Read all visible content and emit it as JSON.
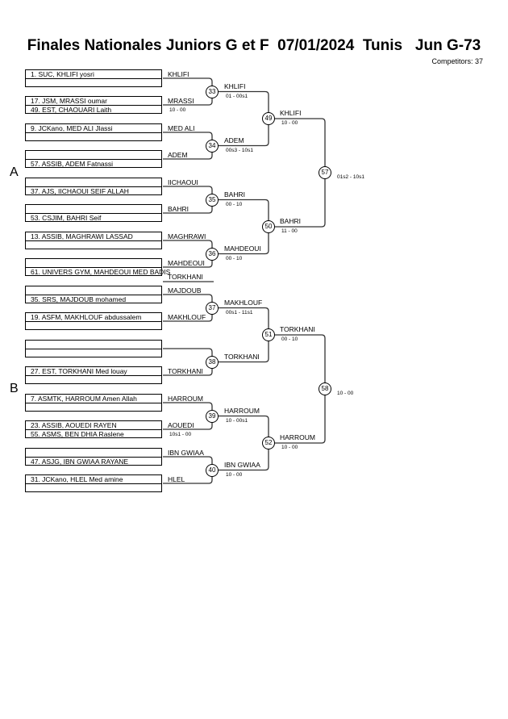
{
  "header": {
    "title": "Finales Nationales Juniors G et F  07/01/2024  Tunis   Jun G-73",
    "competitors": "Competitors: 37"
  },
  "pools": [
    "A",
    "B"
  ],
  "round1": [
    {
      "num": "33",
      "top": [
        "1. SUC, KHLIFI yosri",
        ""
      ],
      "bottom": [
        "17. JSM, MRASSI oumar",
        "49. EST, CHAOUARI Laith"
      ],
      "top_label": "KHLIFI",
      "bottom_label": "MRASSI",
      "bottom_score": "10 - 00",
      "winner": "KHLIFI",
      "score": "01 - 00s1"
    },
    {
      "num": "34",
      "top": [
        "9. JCKano, MED ALI Jlassi",
        ""
      ],
      "bottom": [
        "",
        "57. ASSIB, ADEM Fatnassi"
      ],
      "top_label": "MED ALI",
      "bottom_label": "ADEM",
      "bottom_score": "",
      "winner": "ADEM",
      "score": "00s3 - 10s1"
    },
    {
      "num": "35",
      "top": [
        "",
        "37. AJS, IICHAOUI SEIF ALLAH"
      ],
      "bottom": [
        "",
        "53. CSJIM, BAHRI Seif"
      ],
      "top_label": "IICHAOUI",
      "bottom_label": "BAHRI",
      "bottom_score": "",
      "winner": "BAHRI",
      "score": "00 - 10"
    },
    {
      "num": "36",
      "top": [
        "13. ASSIB, MAGHRAWI LASSAD",
        ""
      ],
      "bottom": [
        "",
        "61. UNIVERS GYM, MAHDEOUI MED BADIS"
      ],
      "top_label": "MAGHRAWI",
      "bottom_label": "MAHDEOUI",
      "bottom_score": "",
      "winner": "MAHDEOUI",
      "score": "00 - 10"
    },
    {
      "num": "37",
      "top": [
        "",
        "35. SRS, MAJDOUB mohamed"
      ],
      "bottom": [
        "19. ASFM, MAKHLOUF abdussalem",
        ""
      ],
      "top_label": "MAJDOUB",
      "bottom_label": "MAKHLOUF",
      "bottom_score": "",
      "winner": "MAKHLOUF",
      "score": "00s1 - 11s1"
    },
    {
      "num": "38",
      "top": [
        "",
        ""
      ],
      "bottom": [
        "27. EST, TORKHANI Med louay",
        ""
      ],
      "top_label": "",
      "bottom_label": "TORKHANI",
      "bottom_score": "",
      "winner": "TORKHANI",
      "score": ""
    },
    {
      "num": "39",
      "top": [
        "7. ASMTK, HARROUM Amen Allah",
        ""
      ],
      "bottom": [
        "23. ASSIB, AOUEDI RAYEN",
        "55. ASMS, BEN DHIA Raslene"
      ],
      "top_label": "HARROUM",
      "bottom_label": "AOUEDI",
      "bottom_score": "10s1 - 00",
      "winner": "HARROUM",
      "score": "10 - 00s1"
    },
    {
      "num": "40",
      "top": [
        "",
        "47. ASJG, IBN GWIAA RAYANE"
      ],
      "bottom": [
        "31. JCKano, HLEL Med amine",
        ""
      ],
      "top_label": "IBN GWIAA",
      "bottom_label": "HLEL",
      "bottom_score": "",
      "winner": "IBN GWIAA",
      "score": "10 - 00"
    }
  ],
  "extra_label": "TORKHANI",
  "round2": [
    {
      "num": "49",
      "winner": "KHLIFI",
      "score": "10 - 00"
    },
    {
      "num": "50",
      "winner": "BAHRI",
      "score": "11 - 00"
    },
    {
      "num": "51",
      "winner": "TORKHANI",
      "score": "00 - 10"
    },
    {
      "num": "52",
      "winner": "HARROUM",
      "score": "10 - 00"
    }
  ],
  "round3": [
    {
      "num": "57",
      "score": "01s2 - 10s1"
    },
    {
      "num": "58",
      "score": "10 - 00"
    }
  ]
}
